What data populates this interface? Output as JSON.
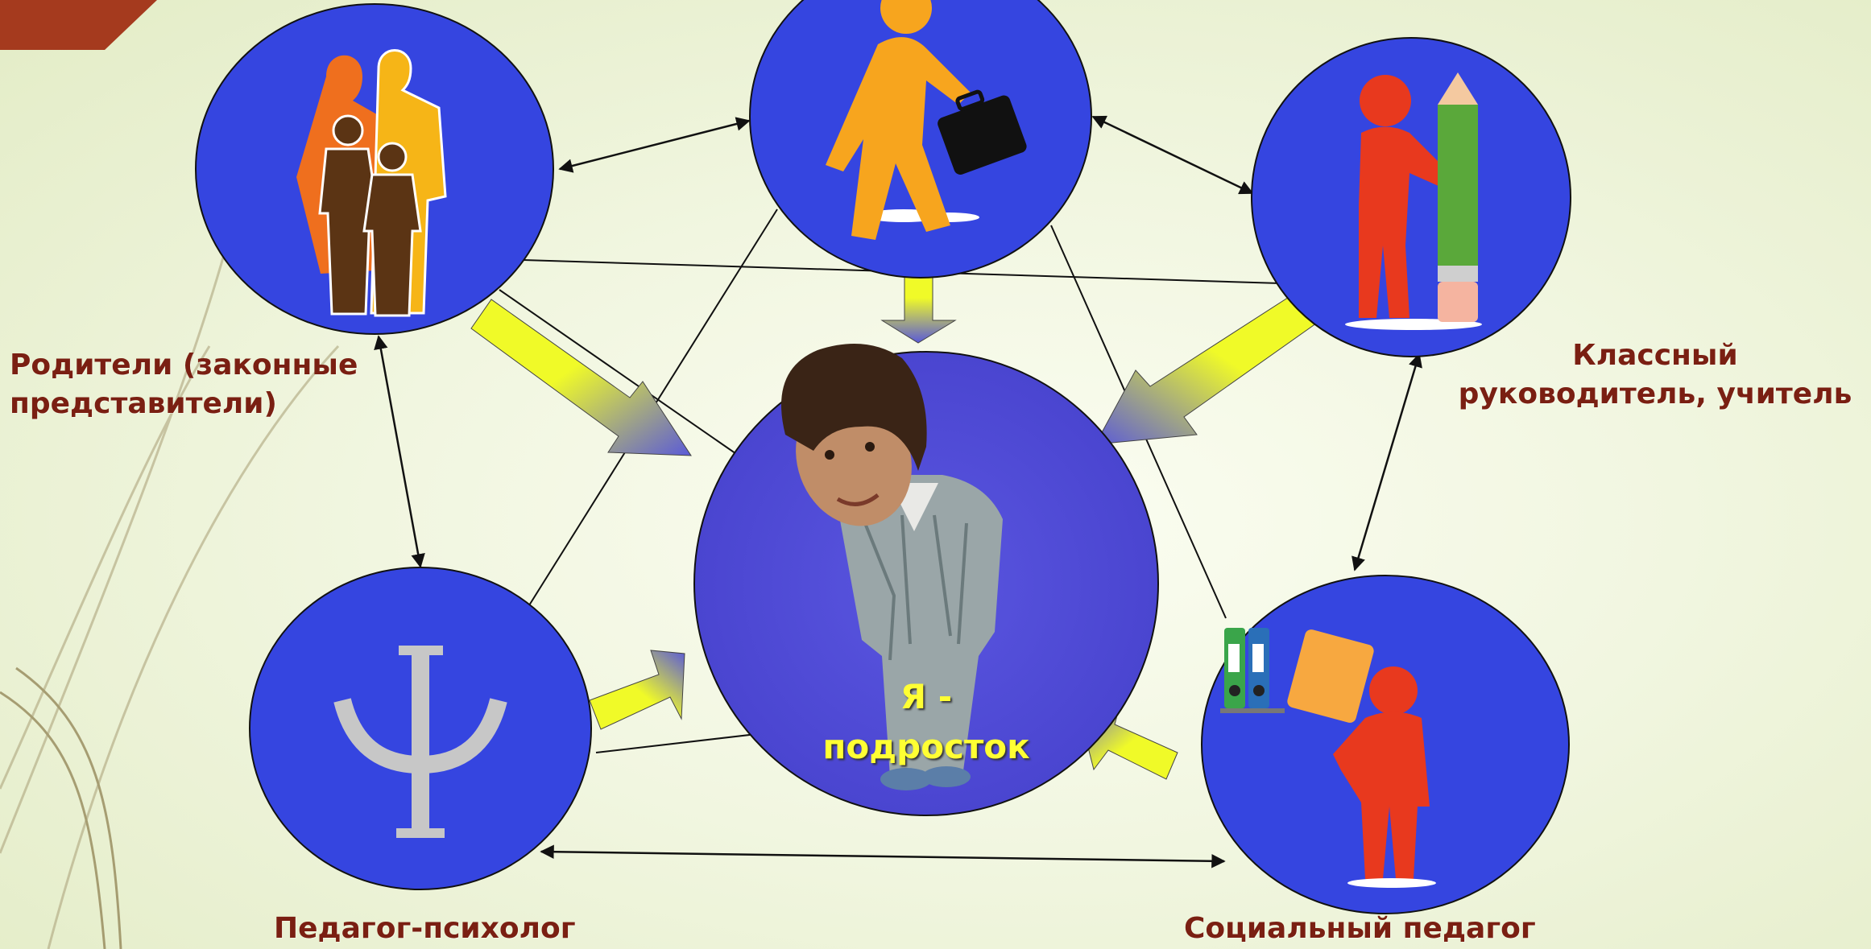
{
  "center": {
    "line1": "Я -",
    "line2": "подросток"
  },
  "nodes": {
    "parents": {
      "label_line1": "Родители (законные",
      "label_line2": "представители)",
      "icon": "family-icon"
    },
    "top": {
      "icon": "walking-person-briefcase-icon"
    },
    "teacher": {
      "label_line1": "Классный",
      "label_line2": "руководитель, учитель",
      "icon": "person-pencil-icon"
    },
    "psychologist": {
      "label": "Педагог-психолог",
      "icon": "psi-icon"
    },
    "social": {
      "label": "Социальный педагог",
      "icon": "person-folders-icon"
    }
  },
  "colors": {
    "node_fill": "#3545e0",
    "center_fill": "#4f4bd8",
    "label_text": "#7a1f12",
    "center_text": "#ffff33",
    "arrow_start": "#f0fa28",
    "arrow_end": "#5a5ad8",
    "corner_tag": "#a53a1e"
  }
}
